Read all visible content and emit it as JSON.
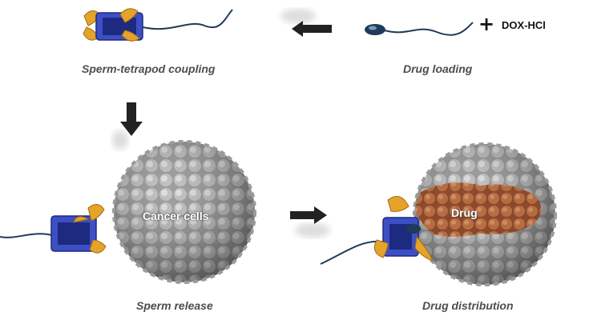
{
  "steps": {
    "loading": "Drug loading",
    "coupling": "Sperm-tetrapod coupling",
    "release": "Sperm release",
    "distribution": "Drug distribution"
  },
  "reagent": {
    "plus": "+",
    "name": "DOX-HCl"
  },
  "labels": {
    "cancer": "Cancer cells",
    "drug": "Drug"
  },
  "colors": {
    "tetrapod_body": "#3d4fc4",
    "tetrapod_arm": "#e5a32a",
    "sperm": "#1f3a5a",
    "cell": "#8c8c8c",
    "drug": "#a0522d",
    "arrow": "#222222"
  }
}
